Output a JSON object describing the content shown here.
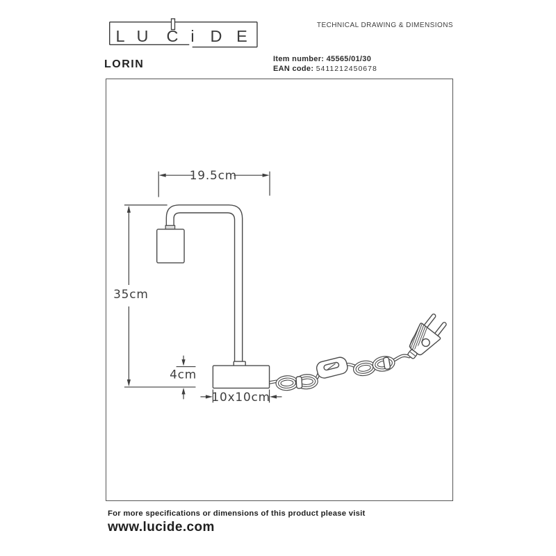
{
  "header": {
    "brand": "LUCIDE",
    "brand_letters": [
      "L",
      "U",
      "C",
      "i",
      "D",
      "E"
    ],
    "product_name": "LORIN",
    "doc_title": "TECHNICAL DRAWING & DIMENSIONS",
    "item_number_label": "Item number:",
    "item_number": "45565/01/30",
    "ean_label": "EAN code:",
    "ean_code": "5411212450678"
  },
  "drawing": {
    "type": "technical-line-drawing",
    "subject": "table lamp: arched tube arm with cylindrical socket, square base, power cord with coiled loops, inline switch and Euro plug",
    "line_color": "#4a4a4a",
    "dimensions": {
      "arm_width": "19.5cm",
      "total_height": "35cm",
      "base_height": "4cm",
      "base_footprint": "10x10cm"
    }
  },
  "footer": {
    "line1": "For more specifications or dimensions of this product please visit",
    "website": "www.lucide.com"
  }
}
